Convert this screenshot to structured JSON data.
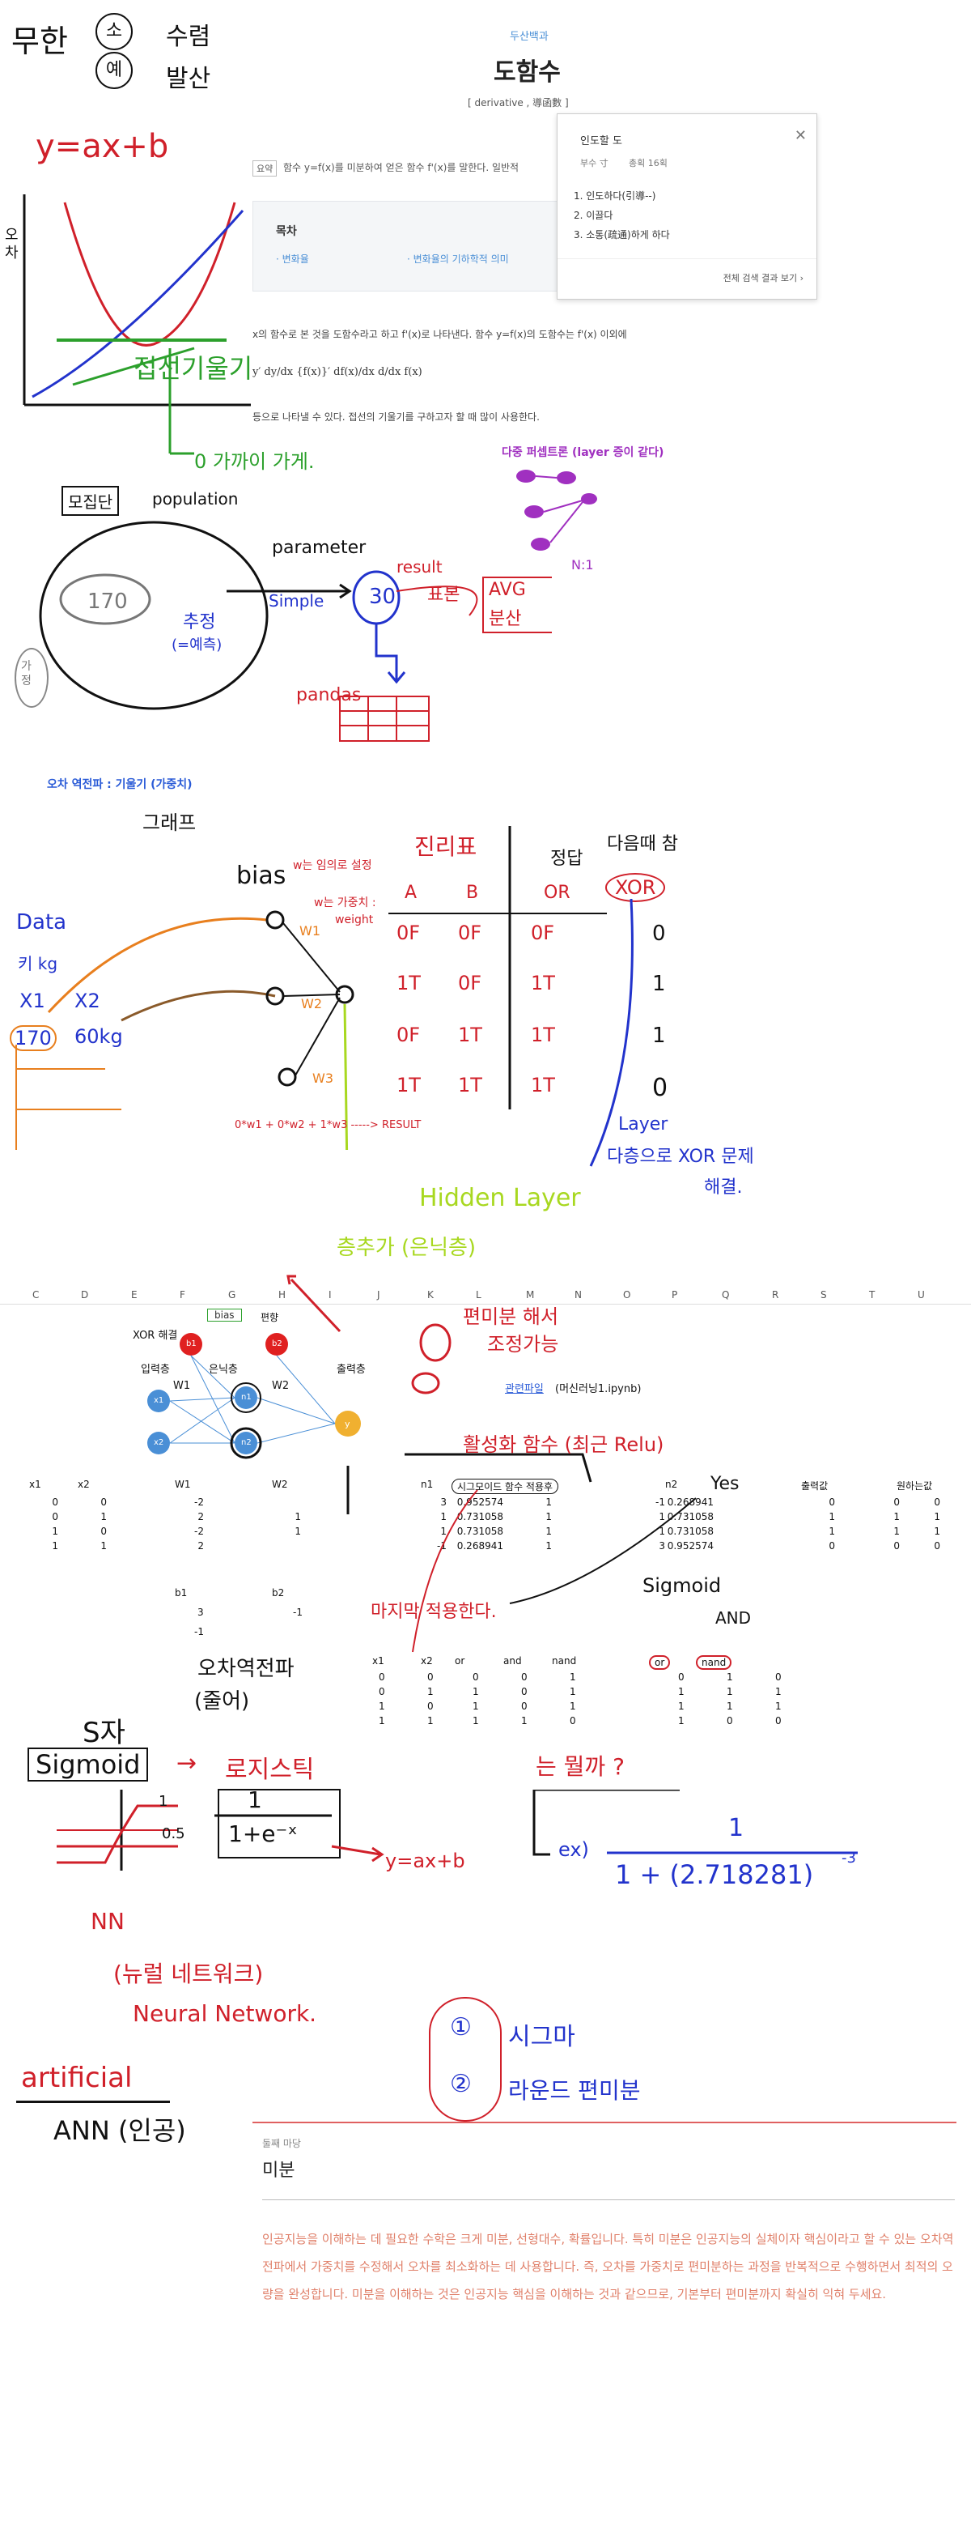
{
  "handwriting": {
    "top_left_1": "무한",
    "top_left_circle1": "소",
    "top_left_circle2": "예",
    "top_left_2": "수렴",
    "top_left_3": "발산",
    "equation1": "y=ax+b",
    "axis_label": "오차",
    "tangent_slope": "접선기울기",
    "minimum": "0 가까이 가게.",
    "population_ko": "모집단",
    "population_en": "population",
    "value_170": "170",
    "estimate": "추정",
    "prediction": "(=예측)",
    "hypothesis": "가정",
    "parameter": "parameter",
    "simple": "Simple",
    "num30": "30",
    "result": "result",
    "sample": "표본",
    "avg": "AVG",
    "variance": "분산",
    "pandas": "pandas",
    "multi_perceptron": "다중 퍼셉트론 (layer 증이 같다)",
    "n1": "N:1",
    "graph": "그래프",
    "bias": "bias",
    "w_random": "w는 임의로 설정",
    "w_weight_1": "w는 가중치 :",
    "w_weight_2": "weight",
    "data": "Data",
    "height_kg": "키 kg",
    "x1": "X1",
    "x2": "X2",
    "v170": "170",
    "v60kg": "60kg",
    "w1": "W1",
    "w2": "W2",
    "w3": "W3",
    "sum_formula": "0*w1 + 0*w2 + 1*w3 -----> RESULT",
    "truth_title": "진리표",
    "col_a": "A",
    "col_b": "B",
    "answer": "정답",
    "or": "OR",
    "unsolved": "다음때 참",
    "xor": "XOR",
    "truth_rows": [
      [
        "0F",
        "0F",
        "0F"
      ],
      [
        "1T",
        "0F",
        "1T"
      ],
      [
        "0F",
        "1T",
        "1T"
      ],
      [
        "1T",
        "1T",
        "1T"
      ]
    ],
    "xor_vals": [
      "0",
      "1",
      "1",
      "0"
    ],
    "layer": "Layer",
    "layer_desc1": "다층으로 XOR 문제",
    "layer_desc2": "해결.",
    "hidden_layer": "Hidden Layer",
    "add_layer": "층추가 (은닉층)",
    "partial_diff1": "편미분 해서",
    "partial_diff2": "조정가능",
    "activation": "활성화 함수 (최근 Relu)",
    "yes": "Yes",
    "sigmoid_hw": "Sigmoid",
    "and_hw": "AND",
    "apply": "마지막 적용한다.",
    "backprop1": "오차역전파",
    "backprop2": "(줄어)",
    "s_shape": "S자",
    "sigmoid2": "Sigmoid",
    "logistic": "로지스틱",
    "frac_num": "1",
    "frac_den": "1+e⁻ˣ",
    "linear": "y=ax+b",
    "y_val1": "1",
    "y_val05": "0.5",
    "what": "는 뭘까 ?",
    "ex": "ex)",
    "big_frac_num": "1",
    "big_frac_den": "1 + (2.718281)",
    "exp_neg3": "-3",
    "nn": "NN",
    "nn_ko": "(뉴럴 네트워크)",
    "nn_en": "Neural Network.",
    "circle1": "①",
    "sigma": "시그마",
    "circle2": "②",
    "round": "라운드 편미분",
    "artificial": "artificial",
    "ann": "ANN (인공)"
  },
  "doc": {
    "source": "두산백과",
    "title": "도함수",
    "subtitle": "[ derivative , 導函數 ]",
    "summary_tag": "요약",
    "summary": "함수 y=f(x)를 미분하여 얻은 함수 f'(x)를 말한다. 일반적",
    "toc_title": "목차",
    "toc_items": [
      "변화율",
      "변화율의 기하학적 의미"
    ],
    "body1": "x의 함수로 본 것을 도함수라고 하고 f'(x)로 나타낸다. 함수 y=f(x)의 도함수는 f'(x) 이외에",
    "formula": "y′  dy/dx  {f(x)}′  df(x)/dx  d/dx f(x)",
    "body2": "등으로 나타낼 수 있다. 접선의 기울기를 구하고자 할 때 많이 사용한다.",
    "popup_word": "인도할 도",
    "popup_radical": "부수 寸",
    "popup_strokes": "총획 16획",
    "popup_defs": [
      "1. 인도하다(引導--)",
      "2. 이끌다",
      "3. 소통(疏通)하게 하다"
    ],
    "popup_more": "전체 검색 결과 보기 ›",
    "popup_close": "✕"
  },
  "backprop_title": "오차 역전파 : 기울기 (가중치)",
  "sheet": {
    "col_headers": [
      "C",
      "D",
      "E",
      "F",
      "G",
      "H",
      "I",
      "J",
      "K",
      "L",
      "M",
      "N",
      "O",
      "P",
      "Q",
      "R",
      "S",
      "T",
      "U"
    ],
    "xor_title": "XOR 해결",
    "bias_label": "bias",
    "bias_value": "편향",
    "input_layer": "입력층",
    "hidden_layer": "은닉층",
    "output_layer": "출력층",
    "w1": "W1",
    "w2": "W2",
    "related_file": "관련파일",
    "related_name": "(머신러닝1.ipynb)",
    "node_b1": "b1",
    "node_b2": "b2",
    "node_x1": "x1",
    "node_x2": "x2",
    "node_n1": "n1",
    "node_n2": "n2",
    "node_y": "y",
    "headers": [
      "x1",
      "x2",
      "W1",
      "W2",
      "n1",
      "시그모이드 함수 적용후",
      "n2",
      "출력값",
      "원하는값"
    ],
    "rows": [
      [
        "0",
        "0",
        "-2",
        "",
        "3",
        "0.952574",
        "1",
        "-1",
        "0.268941",
        "0",
        "0",
        "0"
      ],
      [
        "0",
        "1",
        "2",
        "1",
        "1",
        "0.731058",
        "1",
        "1",
        "0.731058",
        "1",
        "1",
        "1"
      ],
      [
        "1",
        "0",
        "-2",
        "1",
        "1",
        "0.731058",
        "1",
        "1",
        "0.731058",
        "1",
        "1",
        "1"
      ],
      [
        "1",
        "1",
        "2",
        "",
        "-1",
        "0.268941",
        "1",
        "3",
        "0.952574",
        "0",
        "0",
        "0"
      ]
    ],
    "b_rows": [
      [
        "b1",
        "",
        "b2"
      ],
      [
        "3",
        "",
        "-1"
      ],
      [
        "-1",
        "",
        ""
      ]
    ],
    "logic_headers": [
      "x1",
      "x2",
      "or",
      "and",
      "nand",
      "",
      "or",
      "nand",
      ""
    ],
    "logic_rows": [
      [
        "0",
        "0",
        "0",
        "0",
        "1",
        "",
        "0",
        "1",
        "0"
      ],
      [
        "0",
        "1",
        "1",
        "0",
        "1",
        "",
        "1",
        "1",
        "1"
      ],
      [
        "1",
        "0",
        "1",
        "0",
        "1",
        "",
        "1",
        "1",
        "1"
      ],
      [
        "1",
        "1",
        "1",
        "1",
        "0",
        "",
        "1",
        "0",
        "0"
      ]
    ]
  },
  "section2": {
    "label": "둘째 마당",
    "title": "미분",
    "para": "인공지능을 이해하는 데 필요한 수학은 크게 미분, 선형대수, 확률입니다. 특히 미분은 인공지능의 실체이자 핵심이라고 할 수 있는 오차역전파에서 가중치를 수정해서 오차를 최소화하는 데 사용합니다. 즉, 오차를 가중치로 편미분하는 과정을 반복적으로 수행하면서 최적의 오량을 완성합니다. 미분을 이해하는 것은 인공지능 핵심을 이해하는 것과 같으므로, 기본부터 편미분까지 확실히 익혀 두세요."
  },
  "colors": {
    "red": "#d0202a",
    "blue": "#2233cc",
    "green": "#2ca02c",
    "lime": "#a8d820",
    "orange": "#e87f1e",
    "purple": "#a030c0"
  }
}
